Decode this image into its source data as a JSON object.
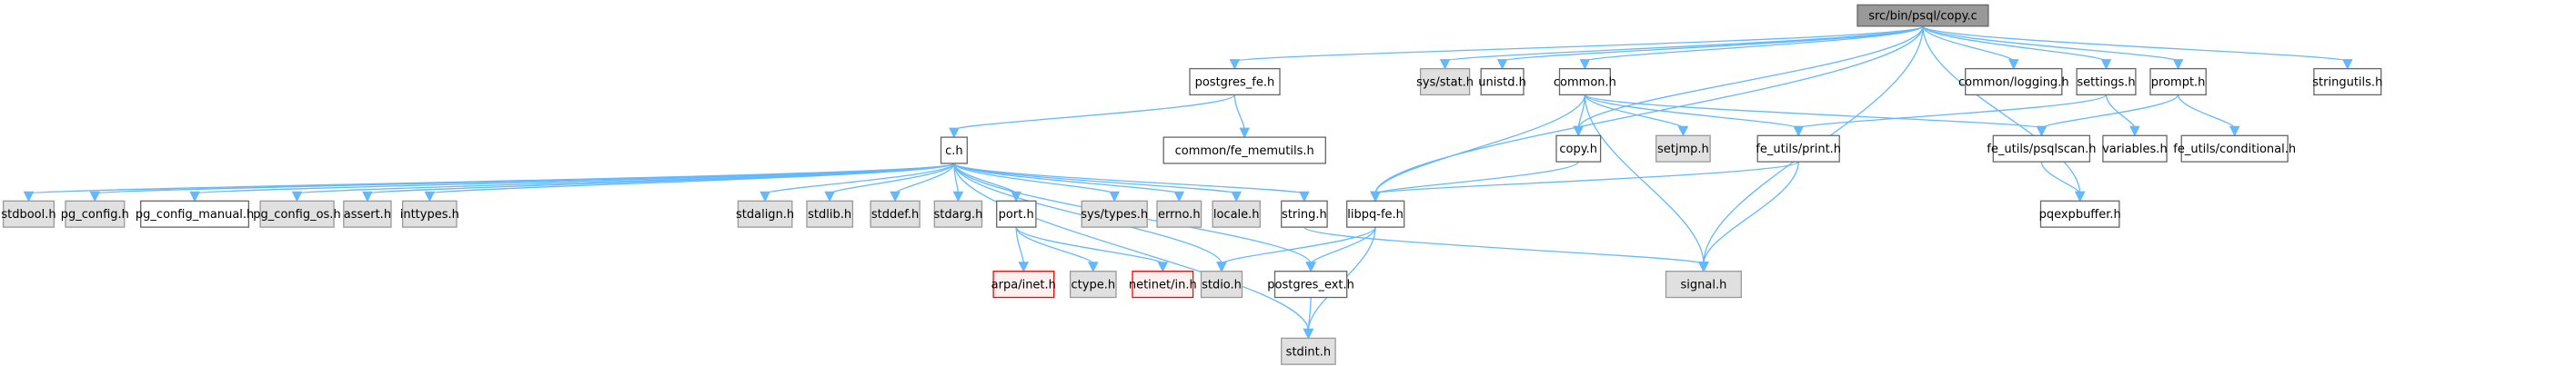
{
  "title": "src/bin/psql/copy.c include dependency graph",
  "colors": {
    "root_fill": "#999999",
    "root_stroke": "#666666",
    "project_fill": "#ffffff",
    "project_stroke": "#666666",
    "system_fill": "#e0e0e0",
    "system_stroke": "#999999",
    "missing_fill": "#fff0f0",
    "missing_stroke": "#ff0000",
    "edge": "#63b8ff"
  },
  "nodes": [
    {
      "id": "copy_c",
      "label": "src/bin/psql/copy.c",
      "kind": "root"
    },
    {
      "id": "postgres_fe_h",
      "label": "postgres_fe.h",
      "kind": "project"
    },
    {
      "id": "sys_stat_h",
      "label": "sys/stat.h",
      "kind": "system"
    },
    {
      "id": "unistd_h",
      "label": "unistd.h",
      "kind": "project"
    },
    {
      "id": "common_h",
      "label": "common.h",
      "kind": "project"
    },
    {
      "id": "common_logging_h",
      "label": "common/logging.h",
      "kind": "project"
    },
    {
      "id": "settings_h",
      "label": "settings.h",
      "kind": "project"
    },
    {
      "id": "prompt_h",
      "label": "prompt.h",
      "kind": "project"
    },
    {
      "id": "stringutils_h",
      "label": "stringutils.h",
      "kind": "project"
    },
    {
      "id": "c_h",
      "label": "c.h",
      "kind": "project"
    },
    {
      "id": "common_fe_memutils_h",
      "label": "common/fe_memutils.h",
      "kind": "project"
    },
    {
      "id": "copy_h",
      "label": "copy.h",
      "kind": "project"
    },
    {
      "id": "setjmp_h",
      "label": "setjmp.h",
      "kind": "system"
    },
    {
      "id": "fe_utils_print_h",
      "label": "fe_utils/print.h",
      "kind": "project"
    },
    {
      "id": "fe_utils_psqlscan_h",
      "label": "fe_utils/psqlscan.h",
      "kind": "project"
    },
    {
      "id": "variables_h",
      "label": "variables.h",
      "kind": "project"
    },
    {
      "id": "fe_utils_conditional_h",
      "label": "fe_utils/conditional.h",
      "kind": "project"
    },
    {
      "id": "stdbool_h",
      "label": "stdbool.h",
      "kind": "system"
    },
    {
      "id": "pg_config_h",
      "label": "pg_config.h",
      "kind": "system"
    },
    {
      "id": "pg_config_manual_h",
      "label": "pg_config_manual.h",
      "kind": "project"
    },
    {
      "id": "pg_config_os_h",
      "label": "pg_config_os.h",
      "kind": "system"
    },
    {
      "id": "assert_h",
      "label": "assert.h",
      "kind": "system"
    },
    {
      "id": "inttypes_h",
      "label": "inttypes.h",
      "kind": "system"
    },
    {
      "id": "stdalign_h",
      "label": "stdalign.h",
      "kind": "system"
    },
    {
      "id": "stdlib_h",
      "label": "stdlib.h",
      "kind": "system"
    },
    {
      "id": "stddef_h",
      "label": "stddef.h",
      "kind": "system"
    },
    {
      "id": "stdarg_h",
      "label": "stdarg.h",
      "kind": "system"
    },
    {
      "id": "port_h",
      "label": "port.h",
      "kind": "project"
    },
    {
      "id": "sys_types_h",
      "label": "sys/types.h",
      "kind": "system"
    },
    {
      "id": "errno_h",
      "label": "errno.h",
      "kind": "system"
    },
    {
      "id": "locale_h",
      "label": "locale.h",
      "kind": "system"
    },
    {
      "id": "string_h",
      "label": "string.h",
      "kind": "project"
    },
    {
      "id": "libpq_fe_h",
      "label": "libpq-fe.h",
      "kind": "project"
    },
    {
      "id": "pqexpbuffer_h",
      "label": "pqexpbuffer.h",
      "kind": "project"
    },
    {
      "id": "arpa_inet_h",
      "label": "arpa/inet.h",
      "kind": "missing"
    },
    {
      "id": "ctype_h",
      "label": "ctype.h",
      "kind": "system"
    },
    {
      "id": "netinet_in_h",
      "label": "netinet/in.h",
      "kind": "missing"
    },
    {
      "id": "stdio_h",
      "label": "stdio.h",
      "kind": "system"
    },
    {
      "id": "postgres_ext_h",
      "label": "postgres_ext.h",
      "kind": "project"
    },
    {
      "id": "signal_h",
      "label": "signal.h",
      "kind": "system"
    },
    {
      "id": "stdint_h",
      "label": "stdint.h",
      "kind": "system"
    }
  ],
  "edges": [
    [
      "copy_c",
      "postgres_fe_h"
    ],
    [
      "copy_c",
      "sys_stat_h"
    ],
    [
      "copy_c",
      "unistd_h"
    ],
    [
      "copy_c",
      "common_h"
    ],
    [
      "copy_c",
      "common_logging_h"
    ],
    [
      "copy_c",
      "settings_h"
    ],
    [
      "copy_c",
      "prompt_h"
    ],
    [
      "copy_c",
      "stringutils_h"
    ],
    [
      "copy_c",
      "copy_h"
    ],
    [
      "copy_c",
      "libpq_fe_h"
    ],
    [
      "copy_c",
      "signal_h"
    ],
    [
      "copy_c",
      "pqexpbuffer_h"
    ],
    [
      "postgres_fe_h",
      "c_h"
    ],
    [
      "postgres_fe_h",
      "common_fe_memutils_h"
    ],
    [
      "c_h",
      "stdbool_h"
    ],
    [
      "c_h",
      "pg_config_h"
    ],
    [
      "c_h",
      "pg_config_manual_h"
    ],
    [
      "c_h",
      "pg_config_os_h"
    ],
    [
      "c_h",
      "assert_h"
    ],
    [
      "c_h",
      "inttypes_h"
    ],
    [
      "c_h",
      "stdalign_h"
    ],
    [
      "c_h",
      "stdlib_h"
    ],
    [
      "c_h",
      "stddef_h"
    ],
    [
      "c_h",
      "stdarg_h"
    ],
    [
      "c_h",
      "port_h"
    ],
    [
      "c_h",
      "sys_types_h"
    ],
    [
      "c_h",
      "errno_h"
    ],
    [
      "c_h",
      "locale_h"
    ],
    [
      "c_h",
      "string_h"
    ],
    [
      "c_h",
      "stdio_h"
    ],
    [
      "c_h",
      "stdint_h"
    ],
    [
      "c_h",
      "postgres_ext_h"
    ],
    [
      "port_h",
      "arpa_inet_h"
    ],
    [
      "port_h",
      "ctype_h"
    ],
    [
      "port_h",
      "netinet_in_h"
    ],
    [
      "common_h",
      "copy_h"
    ],
    [
      "common_h",
      "setjmp_h"
    ],
    [
      "common_h",
      "fe_utils_print_h"
    ],
    [
      "common_h",
      "fe_utils_psqlscan_h"
    ],
    [
      "common_h",
      "libpq_fe_h"
    ],
    [
      "common_h",
      "signal_h"
    ],
    [
      "settings_h",
      "fe_utils_print_h"
    ],
    [
      "settings_h",
      "variables_h"
    ],
    [
      "prompt_h",
      "fe_utils_psqlscan_h"
    ],
    [
      "prompt_h",
      "fe_utils_conditional_h"
    ],
    [
      "copy_h",
      "libpq_fe_h"
    ],
    [
      "fe_utils_print_h",
      "libpq_fe_h"
    ],
    [
      "fe_utils_print_h",
      "signal_h"
    ],
    [
      "fe_utils_psqlscan_h",
      "pqexpbuffer_h"
    ],
    [
      "libpq_fe_h",
      "stdio_h"
    ],
    [
      "libpq_fe_h",
      "postgres_ext_h"
    ],
    [
      "libpq_fe_h",
      "stdint_h"
    ],
    [
      "string_h",
      "signal_h"
    ],
    [
      "postgres_ext_h",
      "stdint_h"
    ]
  ]
}
